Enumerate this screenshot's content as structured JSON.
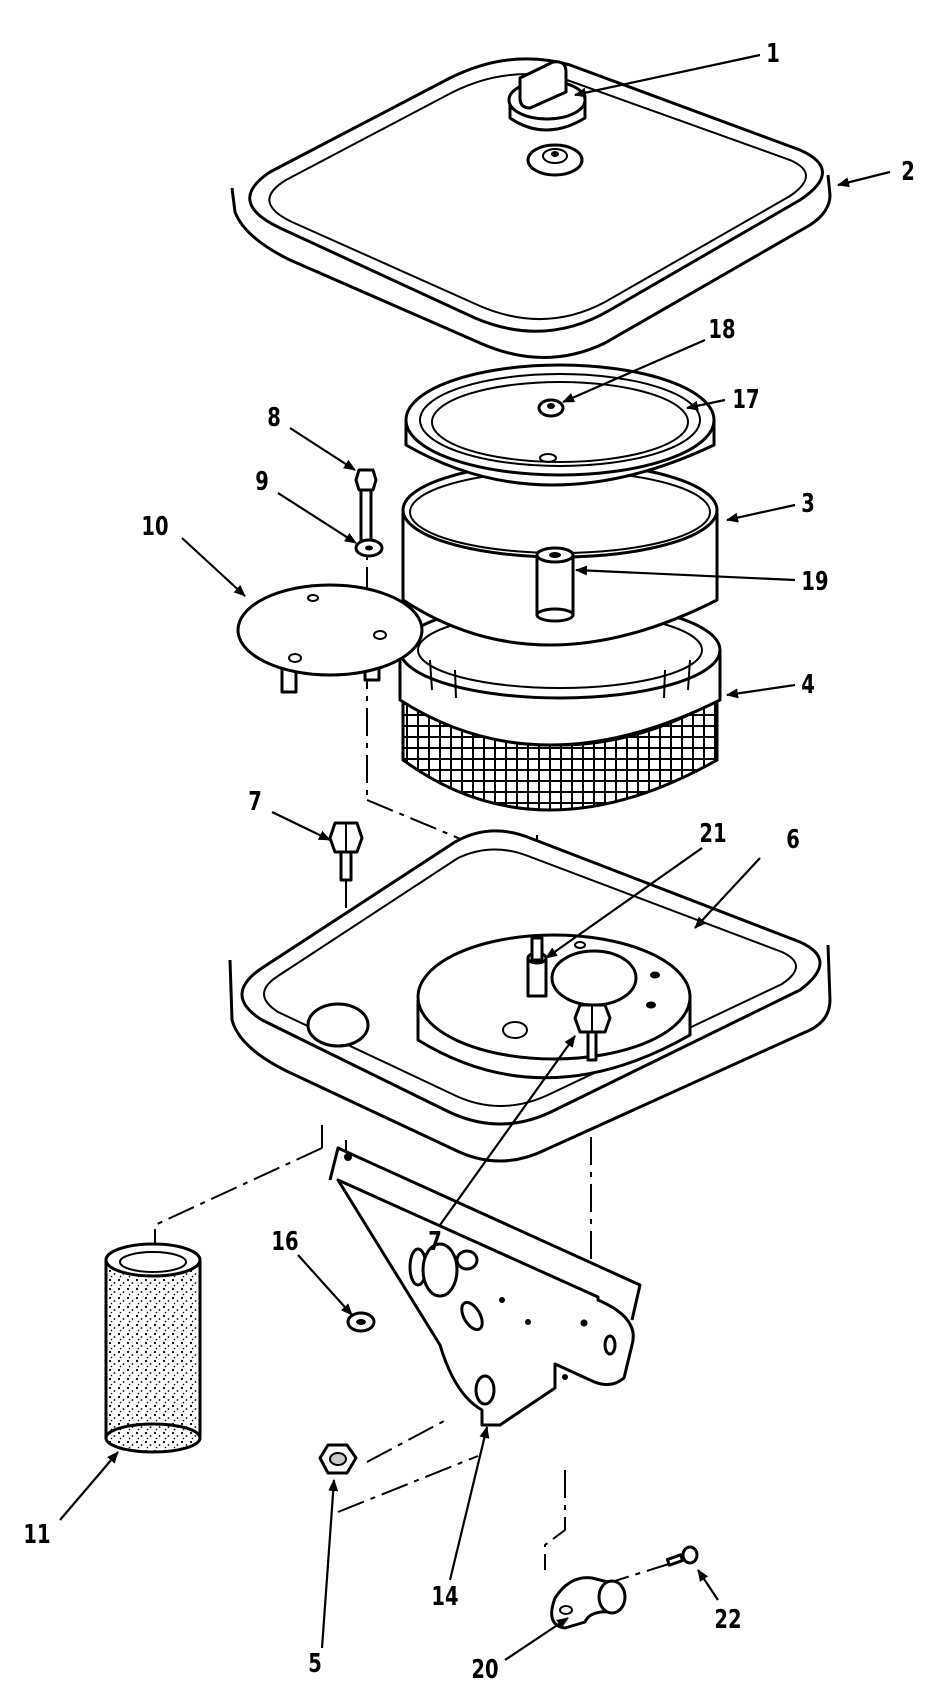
{
  "callouts": {
    "c1": "1",
    "c2": "2",
    "c3": "3",
    "c4": "4",
    "c5": "5",
    "c6": "6",
    "c7a": "7",
    "c7b": "7",
    "c8": "8",
    "c9": "9",
    "c10": "10",
    "c11": "11",
    "c14": "14",
    "c16": "16",
    "c17": "17",
    "c18": "18",
    "c19": "19",
    "c20": "20",
    "c21": "21",
    "c22": "22"
  }
}
